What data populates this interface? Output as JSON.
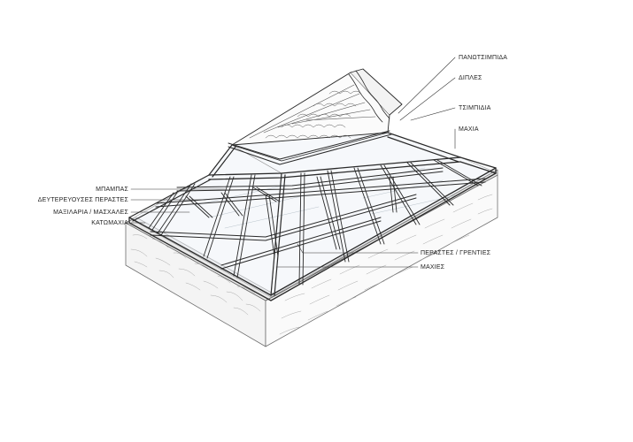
{
  "labels_left": [
    {
      "id": "mpampas",
      "text": "ΜΠΑΜΠΑΣ"
    },
    {
      "id": "deuter",
      "text": "ΔΕΥΤΕΡΕΥΟΥΣΕΣ ΠΕΡΑΣΤΕΣ"
    },
    {
      "id": "maxilaria",
      "text": "ΜΑΞΙΛΑΡΙΑ / ΜΑΣΧΑΛΕΣ"
    },
    {
      "id": "katomaxia",
      "text": "ΚΑΤΩΜΑΧΙΑ"
    }
  ],
  "labels_right": [
    {
      "id": "panotsimpida",
      "text": "ΠΑΝΩΤΣΙΜΠΙΔΑ"
    },
    {
      "id": "diples",
      "text": "ΔΙΠΛΕΣ"
    },
    {
      "id": "tsimpidia",
      "text": "ΤΣΙΜΠΙΔΙΑ"
    },
    {
      "id": "maxia",
      "text": "ΜΑΧΙΑ"
    },
    {
      "id": "perastes",
      "text": "ΠΕΡΑΣΤΕΣ / ΓΡΕΝΤΙΕΣ"
    },
    {
      "id": "maxies",
      "text": "ΜΑΧΙΕΣ"
    }
  ],
  "colors": {
    "ink": "#2a2a2a",
    "label": "#1f1f1f",
    "stone": "#b8b8b8",
    "glass": "#eef3f7"
  }
}
